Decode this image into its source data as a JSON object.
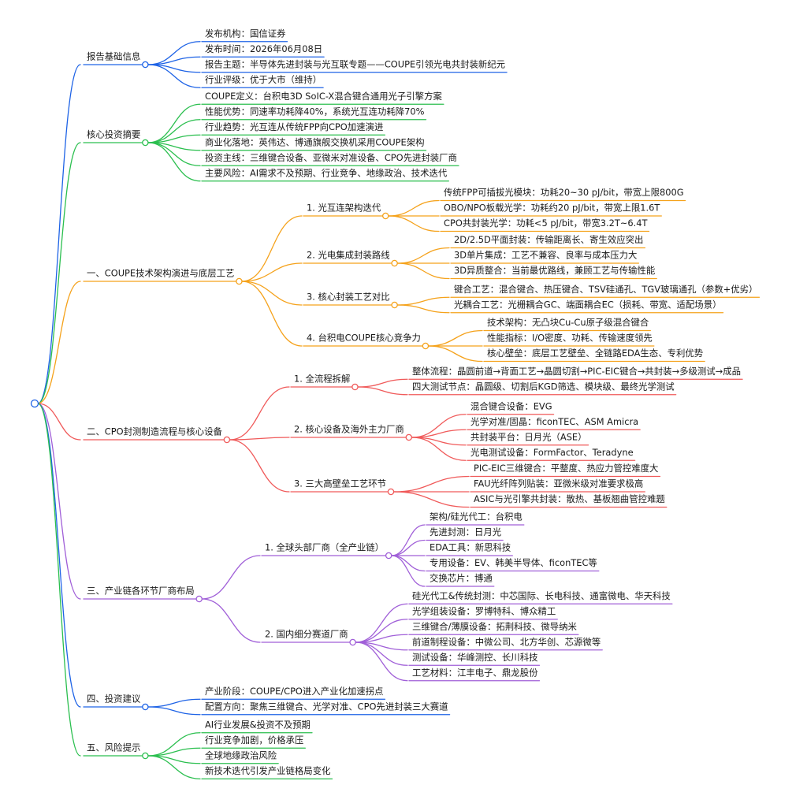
{
  "root": {
    "label": ""
  },
  "branches": [
    {
      "id": "b0",
      "color": "#1e63e6",
      "label": "报告基础信息",
      "children": [
        {
          "label": "发布机构：国信证券"
        },
        {
          "label": "发布时间：2026年06月08日"
        },
        {
          "label": "报告主题：半导体先进封装与光互联专题——COUPE引领光电共封装新纪元"
        },
        {
          "label": "行业评级：优于大市（维持）"
        }
      ]
    },
    {
      "id": "b1",
      "color": "#2bbf4f",
      "label": "核心投资摘要",
      "children": [
        {
          "label": "COUPE定义：台积电3D SoIC-X混合键合通用光子引擎方案"
        },
        {
          "label": "性能优势：同速率功耗降40%，系统光互连功耗降70%"
        },
        {
          "label": "行业趋势：光互连从传统FPP向CPO加速演进"
        },
        {
          "label": "商业化落地：英伟达、博通旗舰交换机采用COUPE架构"
        },
        {
          "label": "投资主线：三维键合设备、亚微米对准设备、CPO先进封装厂商"
        },
        {
          "label": "主要风险：AI需求不及预期、行业竞争、地缘政治、技术迭代"
        }
      ]
    },
    {
      "id": "b2",
      "color": "#f5a21b",
      "label": "一、COUPE技术架构演进与底层工艺",
      "children": [
        {
          "label": "1. 光互连架构迭代",
          "children": [
            {
              "label": "传统FPP可插拔光模块：功耗20~30 pJ/bit，带宽上限800G"
            },
            {
              "label": "OBO/NPO板载光学：功耗约20 pJ/bit，带宽上限1.6T"
            },
            {
              "label": "CPO共封装光学：功耗<5 pJ/bit，带宽3.2T~6.4T"
            }
          ]
        },
        {
          "label": "2. 光电集成封装路线",
          "children": [
            {
              "label": "2D/2.5D平面封装：传输距离长、寄生效应突出"
            },
            {
              "label": "3D单片集成：工艺不兼容、良率与成本压力大"
            },
            {
              "label": "3D异质整合：当前最优路线，兼顾工艺与传输性能"
            }
          ]
        },
        {
          "label": "3. 核心封装工艺对比",
          "children": [
            {
              "label": "键合工艺：混合键合、热压键合、TSV硅通孔、TGV玻璃通孔（参数+优劣）"
            },
            {
              "label": "光耦合工艺：光栅耦合GC、端面耦合EC（损耗、带宽、适配场景）"
            }
          ]
        },
        {
          "label": "4. 台积电COUPE核心竞争力",
          "children": [
            {
              "label": "技术架构：无凸块Cu-Cu原子级混合键合"
            },
            {
              "label": "性能指标：I/O密度、功耗、传输速度领先"
            },
            {
              "label": "核心壁垒：底层工艺壁垒、全链路EDA生态、专利优势"
            }
          ]
        }
      ]
    },
    {
      "id": "b3",
      "color": "#f05a5a",
      "label": "二、CPO封测制造流程与核心设备",
      "children": [
        {
          "label": "1. 全流程拆解",
          "children": [
            {
              "label": "整体流程：晶圆前道→背面工艺→晶圆切割→PIC-EIC键合→共封装→多级测试→成品"
            },
            {
              "label": "四大测试节点：晶圆级、切割后KGD筛选、模块级、最终光学测试"
            }
          ]
        },
        {
          "label": "2. 核心设备及海外主力厂商",
          "children": [
            {
              "label": "混合键合设备：EVG"
            },
            {
              "label": "光学对准/固晶：ficonTEC、ASM Amicra"
            },
            {
              "label": "共封装平台：日月光（ASE）"
            },
            {
              "label": "光电测试设备：FormFactor、Teradyne"
            }
          ]
        },
        {
          "label": "3. 三大高壁垒工艺环节",
          "children": [
            {
              "label": "PIC-EIC三维键合：平整度、热应力管控难度大"
            },
            {
              "label": "FAU光纤阵列贴装：亚微米级对准要求极高"
            },
            {
              "label": "ASIC与光引擎共封装：散热、基板翘曲管控难题"
            }
          ]
        }
      ]
    },
    {
      "id": "b4",
      "color": "#a05fd8",
      "label": "三、产业链各环节厂商布局",
      "children": [
        {
          "label": "1. 全球头部厂商（全产业链）",
          "children": [
            {
              "label": "架构/硅光代工：台积电"
            },
            {
              "label": "先进封测：日月光"
            },
            {
              "label": "EDA工具：新思科技"
            },
            {
              "label": "专用设备：EV、韩美半导体、ficonTEC等"
            },
            {
              "label": "交换芯片：博通"
            }
          ]
        },
        {
          "label": "2. 国内细分赛道厂商",
          "children": [
            {
              "label": "硅光代工&传统封测：中芯国际、长电科技、通富微电、华天科技"
            },
            {
              "label": "光学组装设备：罗博特科、博众精工"
            },
            {
              "label": "三维键合/薄膜设备：拓荆科技、微导纳米"
            },
            {
              "label": "前道制程设备：中微公司、北方华创、芯源微等"
            },
            {
              "label": "测试设备：华峰测控、长川科技"
            },
            {
              "label": "工艺材料：江丰电子、鼎龙股份"
            }
          ]
        }
      ]
    },
    {
      "id": "b5",
      "color": "#1e63e6",
      "label": "四、投资建议",
      "children": [
        {
          "label": "产业阶段：COUPE/CPO进入产业化加速拐点"
        },
        {
          "label": "配置方向：聚焦三维键合、光学对准、CPO先进封装三大赛道"
        }
      ]
    },
    {
      "id": "b6",
      "color": "#2bbf4f",
      "label": "五、风险提示",
      "children": [
        {
          "label": "AI行业发展&投资不及预期"
        },
        {
          "label": "行业竞争加剧，价格承压"
        },
        {
          "label": "全球地缘政治风险"
        },
        {
          "label": "新技术迭代引发产业链格局变化"
        }
      ]
    }
  ]
}
